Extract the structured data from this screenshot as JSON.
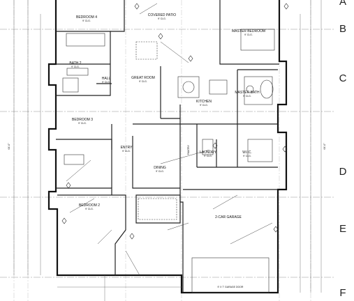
{
  "grid_letters": [
    "A",
    "B",
    "C",
    "D",
    "E",
    "F"
  ],
  "rooms": [
    {
      "key": "bedroom4",
      "name": "BEDROOM 4",
      "sub": "9' CLG."
    },
    {
      "key": "patio",
      "name": "COVERED PATIO",
      "sub": "9' CLG."
    },
    {
      "key": "master_bed",
      "name": "MASTER BEDROOM",
      "sub": "9' CLG."
    },
    {
      "key": "bath2",
      "name": "BATH 2",
      "sub": "9' CLG."
    },
    {
      "key": "hall",
      "name": "HALL",
      "sub": "9' CLG."
    },
    {
      "key": "great_room",
      "name": "GREAT ROOM",
      "sub": "9' CLG."
    },
    {
      "key": "kitchen",
      "name": "KITCHEN",
      "sub": "9' CLG."
    },
    {
      "key": "master_bath",
      "name": "MASTER BATH",
      "sub": "9' CLG."
    },
    {
      "key": "bedroom3",
      "name": "BEDROOM 3",
      "sub": "9' CLG."
    },
    {
      "key": "entry",
      "name": "ENTRY",
      "sub": "9' CLG."
    },
    {
      "key": "dining",
      "name": "DINING",
      "sub": "9' CLG."
    },
    {
      "key": "laundry",
      "name": "LAUNDRY",
      "sub": "9' CLG."
    },
    {
      "key": "wic",
      "name": "W.I.C.",
      "sub": "9' CLG."
    },
    {
      "key": "pantry",
      "name": "PANTRY",
      "sub": ""
    },
    {
      "key": "bedroom2",
      "name": "BEDROOM 2",
      "sub": "9' CLG."
    },
    {
      "key": "garage",
      "name": "2-CAR GARAGE",
      "sub": ""
    }
  ],
  "dims": {
    "garage_door": "9' X 7' GARAGE DOOR",
    "left_overall": "64'-0\"",
    "right_overall": "64'-0\""
  }
}
